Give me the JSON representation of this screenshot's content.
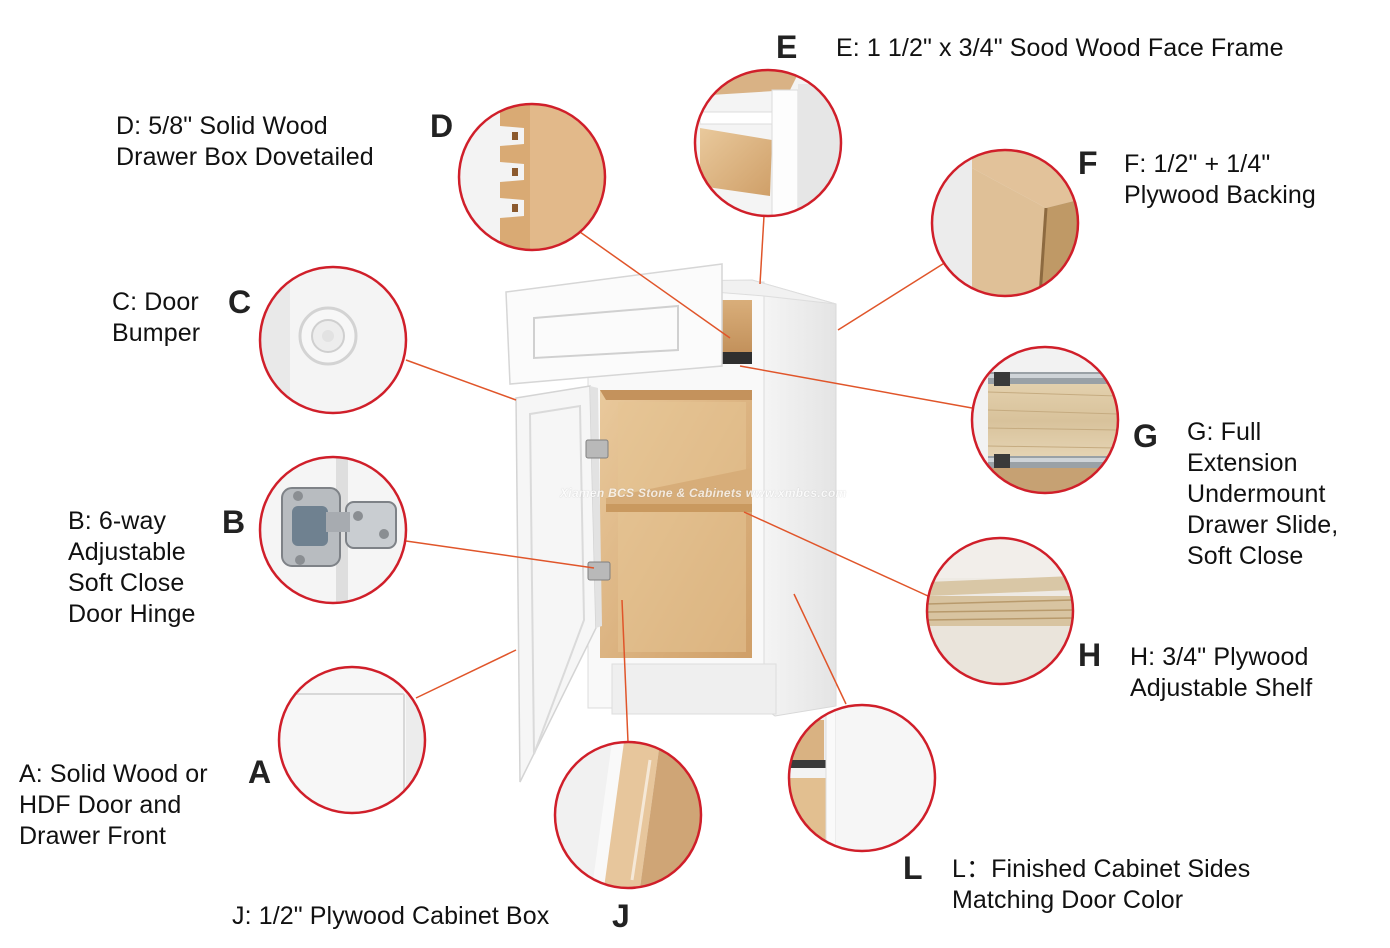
{
  "accent_color": "#d01f2a",
  "leader_color": "#e0552a",
  "callouts": {
    "A": {
      "letter": "A",
      "text": "A: Solid Wood or\nHDF Door and\nDrawer Front"
    },
    "B": {
      "letter": "B",
      "text": "B: 6-way\nAdjustable\nSoft Close\nDoor Hinge"
    },
    "C": {
      "letter": "C",
      "text": "C: Door\nBumper"
    },
    "D": {
      "letter": "D",
      "text": "D: 5/8\" Solid Wood\nDrawer Box Dovetailed"
    },
    "E": {
      "letter": "E",
      "text": "E: 1 1/2\" x 3/4\" Sood Wood Face Frame"
    },
    "F": {
      "letter": "F",
      "text": "F: 1/2\" + 1/4\"\nPlywood Backing"
    },
    "G": {
      "letter": "G",
      "text": "G: Full\nExtension\nUndermount\nDrawer Slide,\nSoft Close"
    },
    "H": {
      "letter": "H",
      "text": "H: 3/4\" Plywood\nAdjustable Shelf"
    },
    "J": {
      "letter": "J",
      "text": "J: 1/2\" Plywood Cabinet Box"
    },
    "L": {
      "letter": "L",
      "text": "L：Finished Cabinet Sides\nMatching Door Color"
    }
  },
  "watermark": "Xiamen BCS Stone & Cabinets www.xmbcs.com"
}
